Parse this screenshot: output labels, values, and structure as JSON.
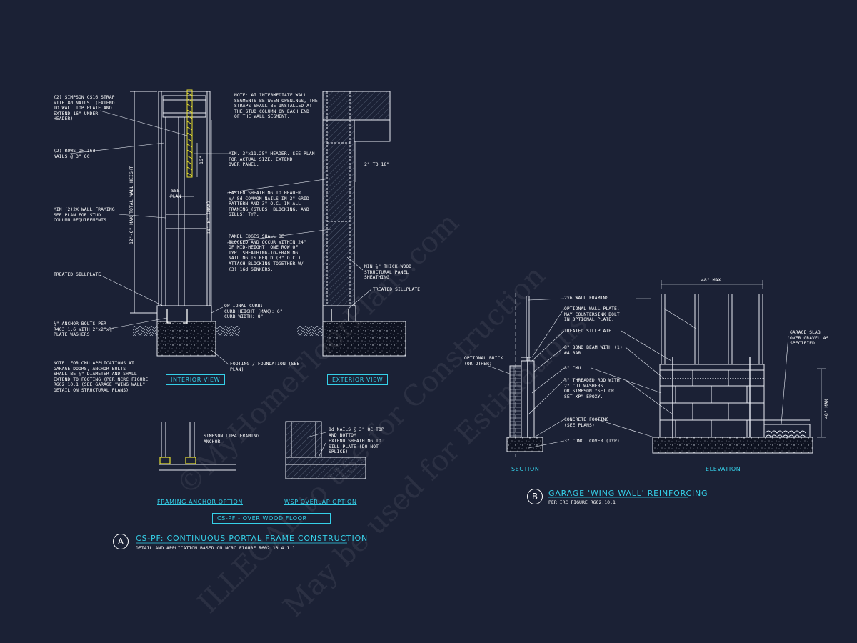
{
  "notes": {
    "strap": "(2) SIMPSON CS16 STRAP\nWITH 8d NAILS. (EXTEND\nTO WALL TOP PLATE AND\nEXTEND 16\" UNDER\nHEADER)",
    "rows": "(2) ROWS OF 16d\nNAILS @ 3\" OC",
    "framing": "MIN (2)2X WALL FRAMING.\nSEE PLAN FOR STUD\nCOLUMN REQUIREMENTS.",
    "sillplate": "TREATED SILLPLATE",
    "anchor": "½\" ANCHOR BOLTS PER\nR403.1.6 WITH 2\"x2\"x⅛\"\nPLATE WASHERS.",
    "cmu": "NOTE: FOR CMU APPLICATIONS AT\nGARAGE DOORS, ANCHOR BOLTS\nSHALL BE ⅝\" DIAMETER AND SHALL\nEXTEND TO FOOTING (PER NCRC FIGURE\nR602.10.1 (SEE GARAGE \"WING WALL\"\nDETAIL ON STRUCTURAL PLANS)",
    "intermediate": "NOTE: AT INTERMEDIATE WALL\nSEGMENTS BETWEEN OPENINGS, THE\nSTRAPS SHALL BE INSTALLED AT\nTHE STUD COLUMN ON EACH END\nOF THE WALL SEGMENT.",
    "header": "MIN. 3\"x11.25\" HEADER. SEE PLAN\nFOR ACTUAL SIZE. EXTEND\nOVER PANEL.",
    "fasten": "FASTEN SHEATHING TO HEADER\nW/ 8d COMMON NAILS IN 3\" GRID\nPATTERN AND 3\" O.C. IN ALL\nFRAMING (STUDS, BLOCKING, AND\nSILLS) TYP.",
    "panel": "PANEL EDGES SHALL BE\nBLOCKED AND OCCUR WITHIN 24\"\nOF MID-HEIGHT.  ONE ROW OF\nTYP. SHEATHING-TO-FRAMING\nNAILING IS REQ'D (3\" O.C.)\nATTACH BLOCKING TOGETHER W/\n(3) 16d SINKERS.",
    "curb": "OPTIONAL CURB:\nCURB HEIGHT (MAX): 6\"\nCURB WIDTH: 8\"",
    "footing": "FOOTING / FOUNDATION (SEE\nPLAN)",
    "wood_panel": "MIN ⅞\" THICK WOOD\nSTRUCTURAL PANEL\nSHEATHING",
    "ext_sill": "TREATED SILLPLATE",
    "ltp4": "SIMPSON LTP4 FRAMING\nANCHOR",
    "nails8d": "8d NAILS @ 3\" OC TOP\nAND BOTTOM",
    "extend_sheathing": "EXTEND SHEATHING TO\nSILL PLATE (DO NOT\nSPLICE)",
    "b_framing": "2x6 WALL FRAMING",
    "b_plate": "OPTIONAL WALL PLATE.\nMAY COUNTERSINK BOLT\nIN OPTIONAL PLATE.",
    "b_sill": "TREATED SILLPLATE",
    "b_bond": "8\" BOND BEAM WITH (1)\n#4 BAR.",
    "b_cmu": "8\" CMU",
    "b_rod": "⅝\" THREADED ROD WITH\n2\" CUT WASHERS\nOR SIMPSON \"SET OR\nSET-XP\" EPOXY.",
    "b_footing": "CONCRETE FOOTING\n(SEE PLANS)",
    "b_cover": "3\" CONC. COVER (TYP)",
    "b_brick": "OPTIONAL BRICK\n(OR OTHER)",
    "b_slab": "GARAGE SLAB\nOVER GRAVEL AS\nSPECIFIED"
  },
  "dims": {
    "max_height": "12'-0\" MAX TOTAL WALL HEIGHT",
    "ten_max": "10'-0\" (MAX)",
    "sixteen": "16\"",
    "see_plan": "SEE\nPLAN",
    "two_to_18": "2\" TO 18\"",
    "forty_eight": "48\" MAX",
    "forty_eight_v": "48\" MAX"
  },
  "labels": {
    "interior": "INTERIOR VIEW",
    "exterior": "EXTERIOR VIEW",
    "framing_anchor": "FRAMING ANCHOR OPTION",
    "wsp_overlap": "WSP OVERLAP OPTION",
    "over_wood": "CS-PF - OVER WOOD FLOOR",
    "section": "SECTION",
    "elevation": "ELEVATION"
  },
  "titles": {
    "a_letter": "A",
    "a_title": "CS-PF: CONTINUOUS PORTAL FRAME CONSTRUCTION",
    "a_sub": "DETAIL AND APPLICATION BASED ON NCRC FIGURE R602.10.4.1.1",
    "b_letter": "B",
    "b_title": "GARAGE 'WING WALL' REINFORCING",
    "b_sub": "PER IRC FIGURE R602.10.1"
  },
  "watermark": {
    "line1": "©MyHomeFloorPlans.com",
    "line2": "ILLEGAL to use for Construction",
    "line3": "May be used for Estimations"
  }
}
